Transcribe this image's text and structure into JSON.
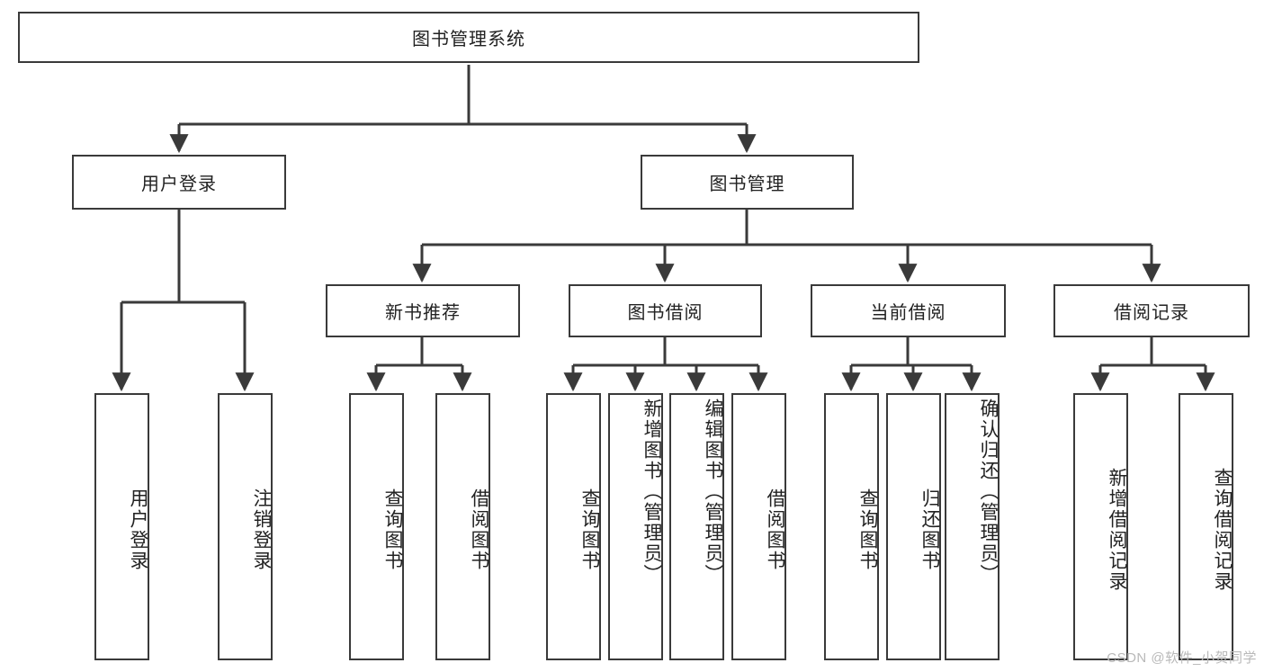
{
  "diagram": {
    "type": "tree",
    "title": "图书管理系统",
    "root": {
      "label": "图书管理系统"
    },
    "level1": [
      {
        "label": "用户登录"
      },
      {
        "label": "图书管理"
      }
    ],
    "level2": [
      {
        "label": "新书推荐"
      },
      {
        "label": "图书借阅"
      },
      {
        "label": "当前借阅"
      },
      {
        "label": "借阅记录"
      }
    ],
    "leaves": {
      "user_login": [
        {
          "label": "用户登录"
        },
        {
          "label": "注销登录"
        }
      ],
      "new_book_recommend": [
        {
          "label": "查询图书"
        },
        {
          "label": "借阅图书"
        }
      ],
      "book_borrow": [
        {
          "label": "查询图书"
        },
        {
          "label": "新增图书（管理员）"
        },
        {
          "label": "编辑图书（管理员）"
        },
        {
          "label": "借阅图书"
        }
      ],
      "current_borrow": [
        {
          "label": "查询图书"
        },
        {
          "label": "归还图书"
        },
        {
          "label": "确认归还（管理员）"
        }
      ],
      "borrow_record": [
        {
          "label": "新增借阅记录"
        },
        {
          "label": "查询借阅记录"
        }
      ]
    }
  },
  "watermark": {
    "text": "CSDN @软件_小贺同学"
  },
  "colors": {
    "stroke": "#3a3a3a",
    "background": "#ffffff",
    "text": "#222222",
    "watermark": "#b9b9b9"
  }
}
